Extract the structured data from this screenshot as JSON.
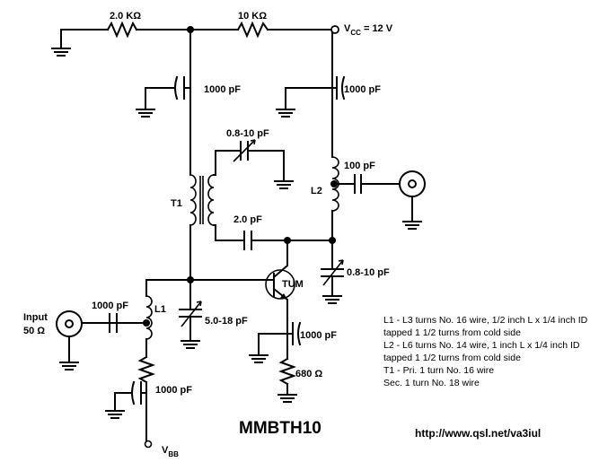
{
  "resistors": {
    "r_top_left": "2.0 KΩ",
    "r_top_right": "10 KΩ",
    "r_emitter": "680 Ω"
  },
  "supply": {
    "vcc_prefix": "V",
    "vcc_sub": "CC",
    "vcc_value": " = 12 V",
    "vbb_prefix": "V",
    "vbb_sub": "BB"
  },
  "capacitors": {
    "c_bypass_left": "1000 pF",
    "c_bypass_right": "1000 pF",
    "c_trim_top": "0.8-10 pF",
    "c_output": "100 pF",
    "c_feedback": "2.0 pF",
    "c_trim_right": "0.8-10 pF",
    "c_input": "1000 pF",
    "c_trim_base": "5.0-18 pF",
    "c_emitter": "1000 pF",
    "c_vbb": "1000 pF"
  },
  "inductors": {
    "t1": "T1",
    "l1": "L1",
    "l2": "L2"
  },
  "transistor": {
    "label": "TUM"
  },
  "input": {
    "label": "Input",
    "impedance": "50 Ω"
  },
  "title": "MMBTH10",
  "notes": [
    "L1 - L3 turns No. 16 wire, 1/2 inch L x 1/4 inch ID",
    "tapped 1 1/2 turns from cold side",
    "L2 - L6 turns No. 14 wire, 1 inch L x 1/4 inch ID",
    "tapped 1 1/2 turns from cold side",
    "T1 - Pri. 1 turn No. 16 wire",
    "Sec. 1 turn No. 18 wire"
  ],
  "url": "http://www.qsl.net/va3iul"
}
